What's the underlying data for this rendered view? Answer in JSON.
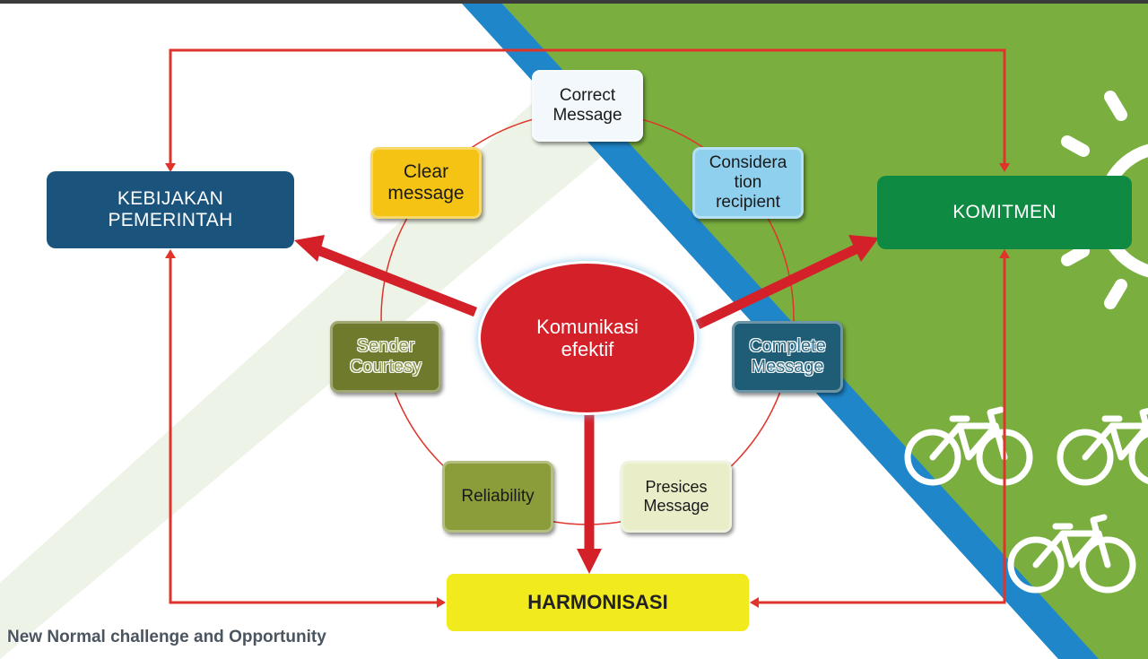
{
  "center": {
    "label_line1": "Komunikasi",
    "label_line2": "efektif"
  },
  "outer_boxes": {
    "kebijakan": {
      "line1": "KEBIJAKAN",
      "line2": "PEMERINTAH"
    },
    "komitmen": {
      "label": "KOMITMEN"
    },
    "harmonisasi": {
      "label": "HARMONISASI"
    }
  },
  "principles": {
    "correct": {
      "line1": "Correct",
      "line2": "Message"
    },
    "clear": {
      "line1": "Clear",
      "line2": "message"
    },
    "consideration": {
      "line1": "Considera",
      "line2": "tion",
      "line3": "recipient"
    },
    "sender": {
      "line1": "Sender",
      "line2": "Courtesy"
    },
    "complete": {
      "line1": "Complete",
      "line2": "Message"
    },
    "reliability": {
      "label": "Reliability"
    },
    "presices": {
      "line1": "Presices",
      "line2": "Message"
    }
  },
  "footer": {
    "caption": "New Normal challenge and Opportunity"
  },
  "colors": {
    "kebijakan": "#1a537c",
    "komitmen": "#0e8a43",
    "harmonisasi": "#f1ea1c",
    "center": "#d42129",
    "arrow": "#d42129",
    "connector": "#e0342b",
    "green_bg": "#7aaf3f",
    "blue_stripe": "#1f86c9",
    "correct_box": "#f2f8fb",
    "clear_box": "#f4c314",
    "consideration_box": "#8fd0ee",
    "sender_box": "#6f7a2c",
    "complete_box": "#1f5c75",
    "reliability_box": "#8b9c3b",
    "presices_box": "#e9edc8"
  },
  "background_icons": [
    "sun-icon",
    "bicycle-icon",
    "bicycle-icon",
    "bicycle-icon"
  ]
}
